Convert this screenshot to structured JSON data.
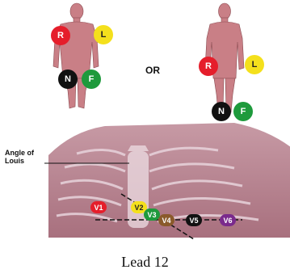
{
  "connector": "OR",
  "limb_electrodes": {
    "right_arm": "R",
    "left_arm": "L",
    "neutral": "N",
    "foot": "F"
  },
  "chest_label": "Angle of\nLouis",
  "chest_electrodes": [
    "V1",
    "V2",
    "V3",
    "V4",
    "V5",
    "V6"
  ],
  "colors": {
    "R": "#e51e2b",
    "L": "#f4e01c",
    "N": "#111111",
    "F": "#1e9a3c",
    "V1": "#e51e2b",
    "V2": "#f4e01c",
    "V3": "#1e9a3c",
    "V4": "#8a5a2b",
    "V5": "#111111",
    "V6": "#7a2a8c",
    "skin": "#c97f86",
    "torso": "#b98a96"
  },
  "caption": "Lead 12"
}
